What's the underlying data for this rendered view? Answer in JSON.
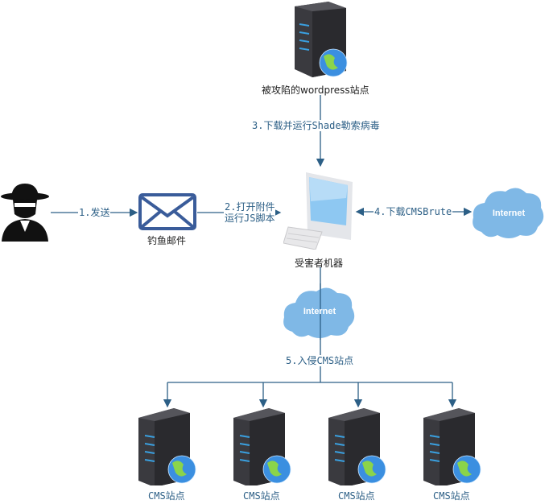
{
  "colors": {
    "line": "#2c5f86",
    "cloud": "#7fb8e6",
    "server": "#2f2f33",
    "envelope": "#3a5c9a"
  },
  "nodes": {
    "wordpress": {
      "label": "被攻陷的wordpress站点",
      "icon": "server-globe-icon"
    },
    "attacker": {
      "icon": "hacker-icon"
    },
    "email": {
      "label": "钓鱼邮件",
      "icon": "envelope-icon"
    },
    "victim": {
      "label": "受害者机器",
      "icon": "computer-icon"
    },
    "internet_right": {
      "label": "Internet",
      "icon": "cloud-icon"
    },
    "internet_bottom": {
      "label": "Internet",
      "icon": "cloud-icon"
    },
    "cms_sites": [
      {
        "label": "CMS站点"
      },
      {
        "label": "CMS站点"
      },
      {
        "label": "CMS站点"
      },
      {
        "label": "CMS站点"
      }
    ]
  },
  "edges": {
    "step1": "1.发送",
    "step2_line1": "2.打开附件",
    "step2_line2": "运行JS脚本",
    "step3": "3.下载并运行Shade勒索病毒",
    "step4": "4.下载CMSBrute",
    "step5": "5.入侵CMS站点"
  }
}
